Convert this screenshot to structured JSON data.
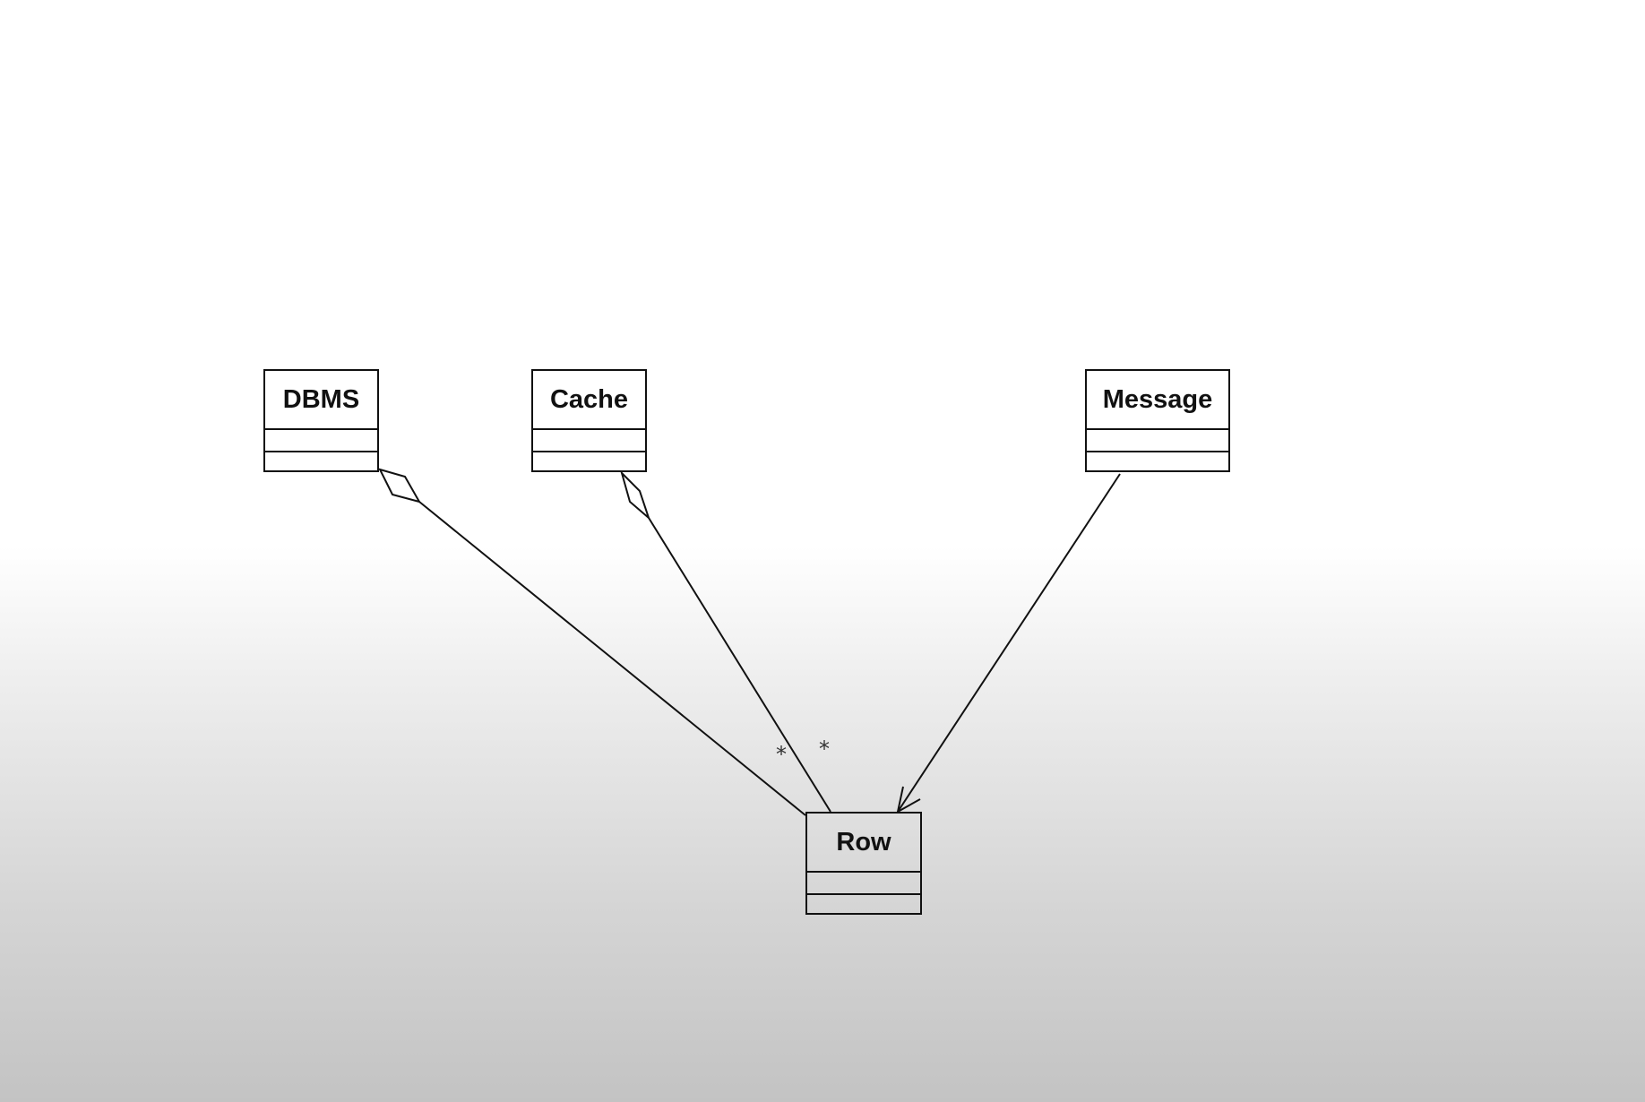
{
  "diagram": {
    "classes": [
      {
        "id": "dbms",
        "name": "DBMS"
      },
      {
        "id": "cache",
        "name": "Cache"
      },
      {
        "id": "message",
        "name": "Message"
      },
      {
        "id": "row",
        "name": "Row"
      }
    ],
    "relationships": [
      {
        "type": "aggregation",
        "from": "DBMS",
        "to": "Row",
        "multiplicity_target": "*"
      },
      {
        "type": "aggregation",
        "from": "Cache",
        "to": "Row",
        "multiplicity_target": "*"
      },
      {
        "type": "directed-association",
        "from": "Message",
        "to": "Row"
      }
    ]
  }
}
